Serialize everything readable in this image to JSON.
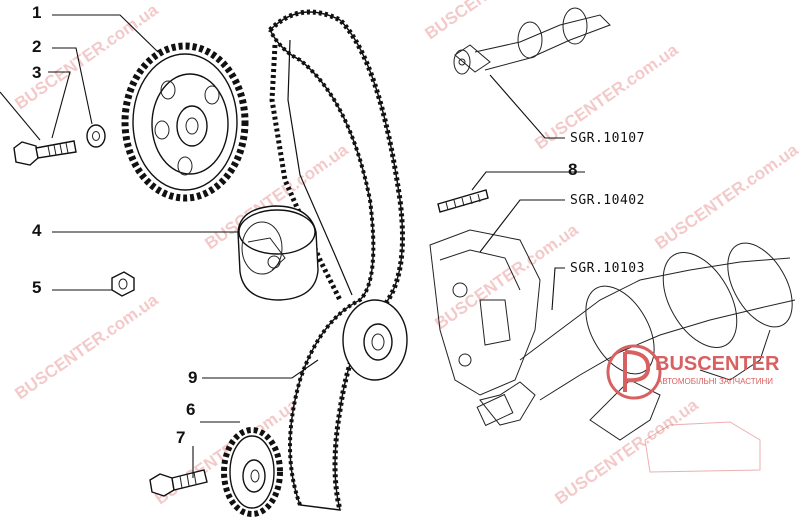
{
  "callouts": {
    "c1": "1",
    "c2": "2",
    "c3": "3",
    "c4": "4",
    "c5": "5",
    "c6": "6",
    "c7": "7",
    "c8": "8",
    "c9": "9"
  },
  "references": {
    "camshaft": "SGR.10107",
    "crankcase": "SGR.10402",
    "crankshaft": "SGR.10103"
  },
  "watermarks": {
    "brand": "BUSCENTER",
    "domain": ".com.ua",
    "domain_full": "BUSCENTER.com.ua"
  },
  "logo": {
    "name": "BUSCENTER",
    "tagline": "АВТОМОБІЛЬНІ ЗАПЧАСТИНИ",
    "accent_color": "#d96060"
  },
  "colors": {
    "line": "#111111",
    "watermark": "#e88a8a",
    "background": "#ffffff"
  }
}
